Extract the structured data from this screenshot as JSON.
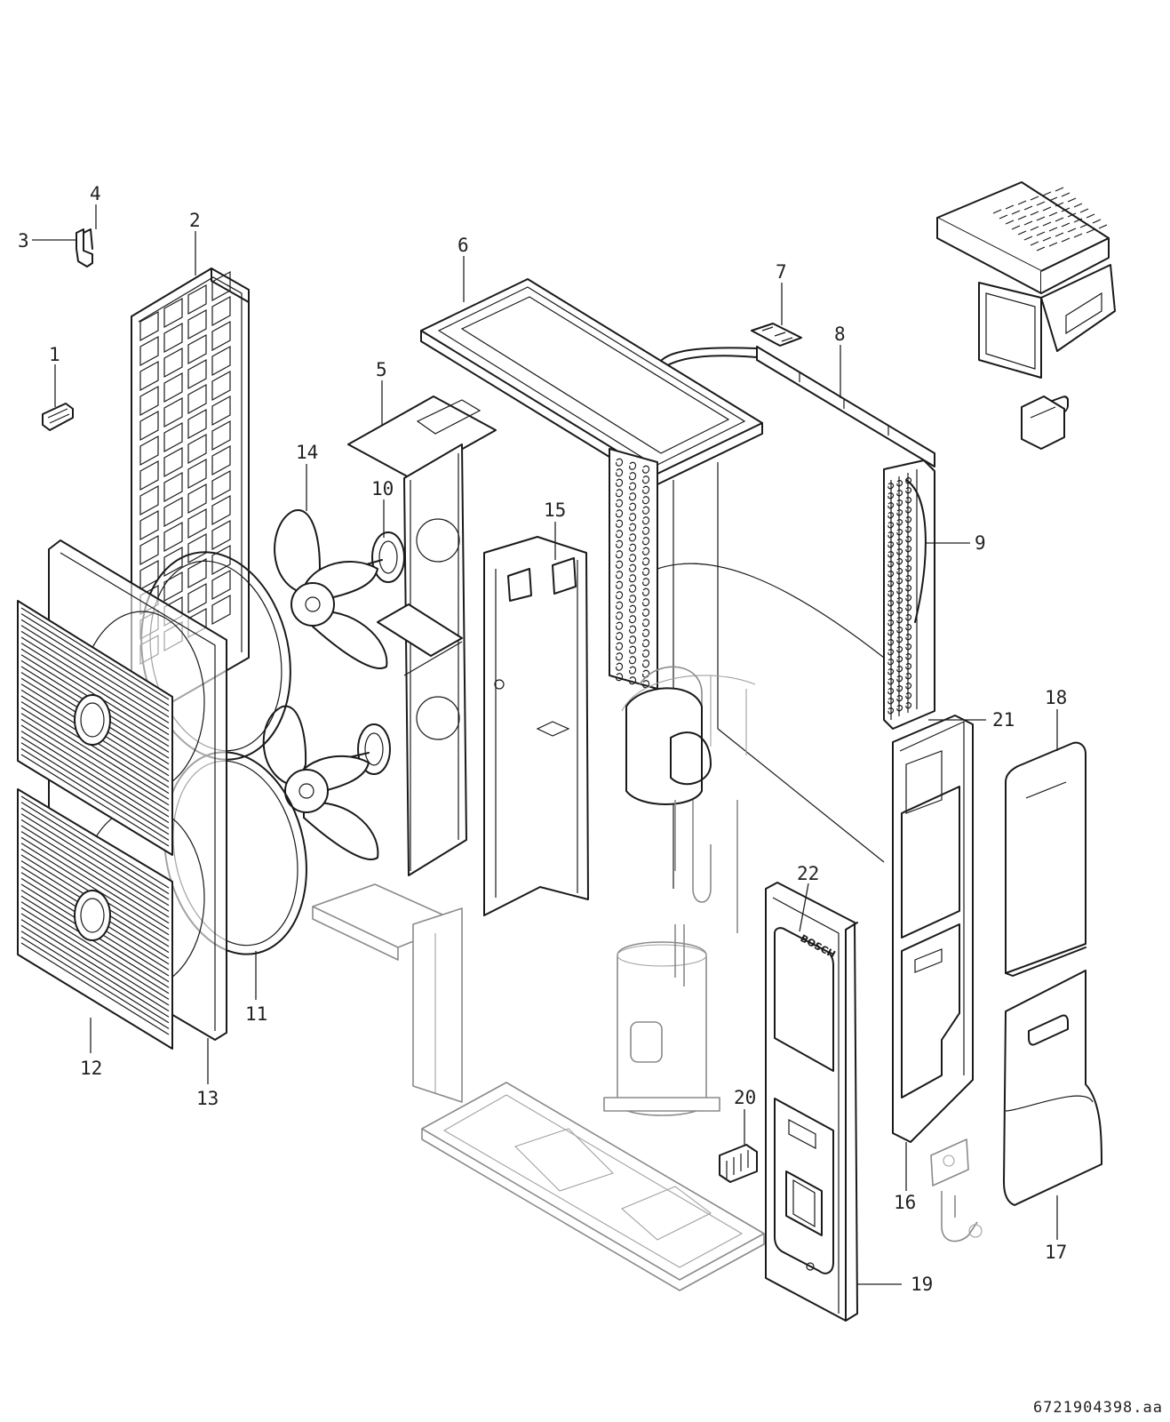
{
  "drawing": {
    "reference_number": "6721904398.aa",
    "brand_logo_text": "BOSCH"
  },
  "callouts": [
    {
      "number": "1"
    },
    {
      "number": "2"
    },
    {
      "number": "3"
    },
    {
      "number": "4"
    },
    {
      "number": "5"
    },
    {
      "number": "6"
    },
    {
      "number": "7"
    },
    {
      "number": "8"
    },
    {
      "number": "9"
    },
    {
      "number": "10"
    },
    {
      "number": "11"
    },
    {
      "number": "12"
    },
    {
      "number": "13"
    },
    {
      "number": "14"
    },
    {
      "number": "15"
    },
    {
      "number": "16"
    },
    {
      "number": "17"
    },
    {
      "number": "18"
    },
    {
      "number": "19"
    },
    {
      "number": "20"
    },
    {
      "number": "21"
    },
    {
      "number": "22"
    }
  ]
}
